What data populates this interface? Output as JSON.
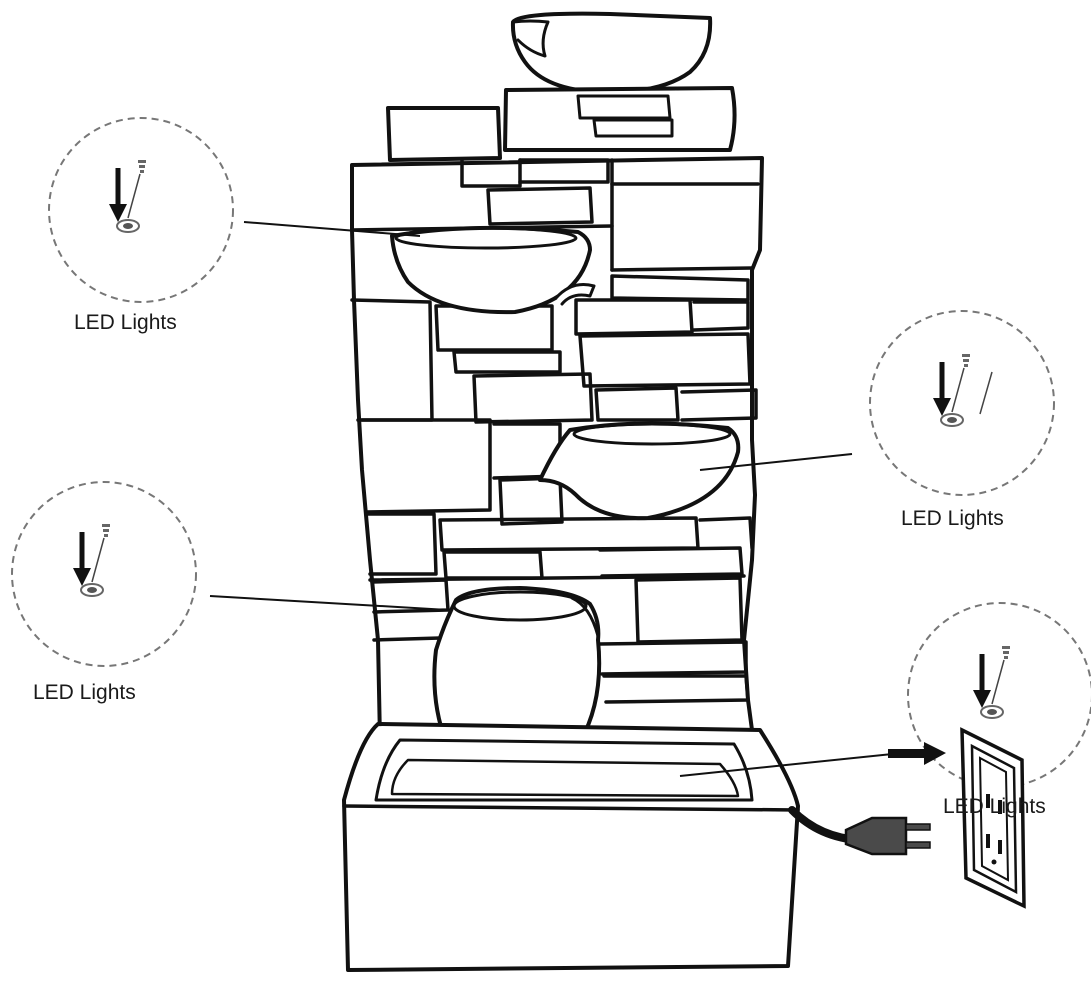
{
  "callouts": [
    {
      "id": "top-left",
      "label": "LED Lights"
    },
    {
      "id": "mid-right",
      "label": "LED Lights"
    },
    {
      "id": "mid-left",
      "label": "LED Lights"
    },
    {
      "id": "bottom-right",
      "label": "LED Lights"
    }
  ],
  "icons": {
    "light": "led-light-icon",
    "arrow": "arrow-right-icon",
    "plug": "power-plug-icon",
    "outlet": "wall-outlet-icon"
  },
  "colors": {
    "line": "#111111",
    "callout_ring": "#777777",
    "plug": "#4a4a4a"
  }
}
